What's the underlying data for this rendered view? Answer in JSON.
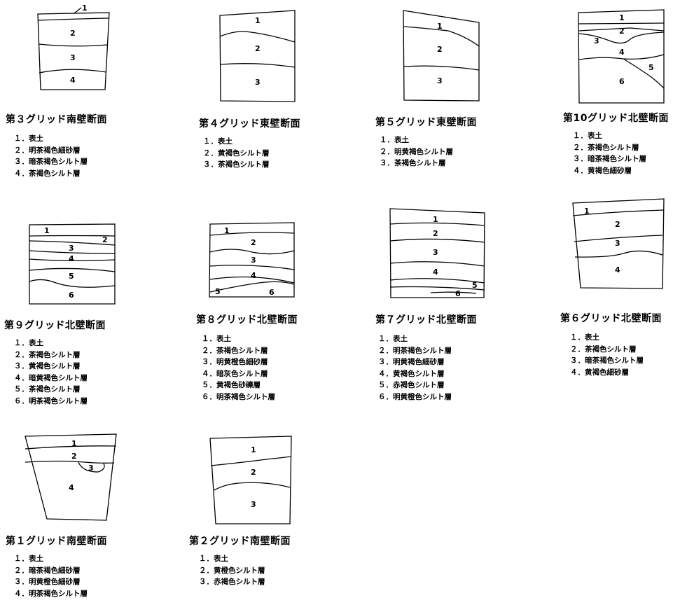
{
  "panels": [
    {
      "id": "g3",
      "title": "第３グリッド南壁断面",
      "layers": [
        "１．表土",
        "２．明茶褐色細砂層",
        "３．暗茶褐色シルト層",
        "４．茶褐色シルト層"
      ],
      "labels": [
        "1",
        "2",
        "3",
        "4"
      ]
    },
    {
      "id": "g4",
      "title": "第４グリッド東壁断面",
      "layers": [
        "１．表土",
        "２．黄褐色シルト層",
        "３．茶褐色シルト層"
      ],
      "labels": [
        "1",
        "2",
        "3"
      ]
    },
    {
      "id": "g5",
      "title": "第５グリッド東壁断面",
      "layers": [
        "１．表土",
        "２．明黄褐色シルト層",
        "３．茶褐色シルト層"
      ],
      "labels": [
        "1",
        "2",
        "3"
      ]
    },
    {
      "id": "g10",
      "title": "第10グリッド北壁断面",
      "layers": [
        "１．表土",
        "２．茶褐色シルト層",
        "３．暗茶褐色シルト層",
        "４．黄褐色細砂層"
      ],
      "labels": [
        "1",
        "2",
        "3",
        "4",
        "5",
        "6"
      ]
    },
    {
      "id": "g9",
      "title": "第９グリッド北壁断面",
      "layers": [
        "１．表土",
        "２．茶褐色シルト層",
        "３．黄褐色シルト層",
        "４．暗黄褐色シルト層",
        "５．茶褐色シルト層",
        "６．明茶褐色シルト層"
      ],
      "labels": [
        "1",
        "2",
        "3",
        "4",
        "5",
        "6"
      ]
    },
    {
      "id": "g8",
      "title": "第８グリッド北壁断面",
      "layers": [
        "１．表土",
        "２．茶褐色シルト層",
        "３．明黄橙色細砂層",
        "４．暗灰色シルト層",
        "５．黄褐色砂礫層",
        "６．明茶褐色シルト層"
      ],
      "labels": [
        "1",
        "2",
        "3",
        "4",
        "5",
        "6"
      ]
    },
    {
      "id": "g7",
      "title": "第７グリッド北壁断面",
      "layers": [
        "１．表土",
        "２．明茶褐色シルト層",
        "３．明黄褐色細砂層",
        "４．黄褐色シルト層",
        "５．赤褐色シルト層",
        "６．明黄橙色シルト層"
      ],
      "labels": [
        "1",
        "2",
        "3",
        "4",
        "5",
        "6"
      ]
    },
    {
      "id": "g6",
      "title": "第６グリッド北壁断面",
      "layers": [
        "１．表土",
        "２．茶褐色シルト層",
        "３．暗茶褐色シルト層",
        "４．黄褐色細砂層"
      ],
      "labels": [
        "1",
        "2",
        "3",
        "4"
      ]
    },
    {
      "id": "g1",
      "title": "第１グリッド南壁断面",
      "layers": [
        "１．表土",
        "２．暗茶褐色細砂層",
        "３．明黄橙色細砂層",
        "４．明茶褐色シルト層"
      ],
      "labels": [
        "1",
        "2",
        "3",
        "4"
      ]
    },
    {
      "id": "g2",
      "title": "第２グリッド南壁断面",
      "layers": [
        "１．表土",
        "２．黄橙色シルト層",
        "３．赤褐色シルト層"
      ],
      "labels": [
        "1",
        "2",
        "3"
      ]
    }
  ]
}
